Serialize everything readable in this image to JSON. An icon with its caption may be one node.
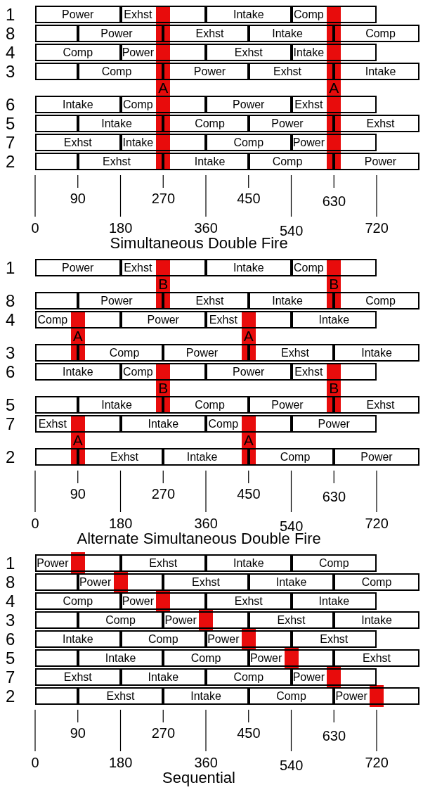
{
  "diagram": {
    "nodes": [
      {
        "text": [
          "Power"
        ]
      },
      {
        "text": [
          "Exhst"
        ]
      },
      {
        "text": [
          "Intake"
        ]
      },
      {
        "text": [
          "Comp"
        ]
      },
      {
        "text": [],
        "shape": "box"
      },
      {
        "text": [
          "Power"
        ]
      },
      {
        "text": [
          "Exhst"
        ]
      },
      {
        "text": [
          "Intake"
        ]
      },
      {
        "text": [
          "Comp"
        ]
      },
      {
        "text": [
          "Comp"
        ]
      },
      {
        "text": [
          "Power"
        ]
      },
      {
        "text": [
          "Exhst"
        ]
      },
      {
        "text": [
          "Intake"
        ]
      },
      {
        "text": [],
        "shape": "box"
      },
      {
        "text": [
          "Comp"
        ]
      },
      {
        "text": [
          "Power"
        ]
      },
      {
        "text": [
          "Exhst"
        ]
      },
      {
        "text": [
          "Intake"
        ]
      },
      {
        "text": [
          "Intake"
        ]
      },
      {
        "text": [
          "Comp"
        ]
      },
      {
        "text": [
          "Power"
        ]
      },
      {
        "text": [
          "Exhst"
        ]
      },
      {
        "text": [],
        "shape": "box"
      },
      {
        "text": [
          "Intake"
        ]
      },
      {
        "text": [
          "Comp"
        ]
      },
      {
        "text": [
          "Power"
        ]
      },
      {
        "text": [
          "Exhst"
        ]
      },
      {
        "text": [
          "Exhst"
        ]
      },
      {
        "text": [
          "Intake"
        ]
      },
      {
        "text": [
          "Comp"
        ]
      },
      {
        "text": [
          "Power"
        ]
      },
      {
        "text": [],
        "shape": "box"
      },
      {
        "text": [
          "Exhst"
        ]
      },
      {
        "text": [
          "Intake"
        ]
      },
      {
        "text": [
          "Comp"
        ]
      },
      {
        "text": [
          "Power"
        ]
      },
      {
        "text": [
          "A"
        ]
      },
      {
        "text": [
          "A"
        ]
      },
      {
        "text": [
          "Power"
        ]
      },
      {
        "text": [
          "Exhst"
        ]
      },
      {
        "text": [
          "Intake"
        ]
      },
      {
        "text": [
          "Comp"
        ]
      },
      {
        "text": [],
        "shape": "box"
      },
      {
        "text": [
          "Power"
        ]
      },
      {
        "text": [
          "Exhst"
        ]
      },
      {
        "text": [
          "Intake"
        ]
      },
      {
        "text": [
          "Comp"
        ]
      },
      {
        "text": [
          "Comp"
        ]
      },
      {
        "text": [
          "Power"
        ]
      },
      {
        "text": [
          "Exhst"
        ]
      },
      {
        "text": [
          "Intake"
        ]
      },
      {
        "text": [],
        "shape": "box"
      },
      {
        "text": [
          "Comp"
        ]
      },
      {
        "text": [
          "Power"
        ]
      },
      {
        "text": [
          "Exhst"
        ]
      },
      {
        "text": [
          "Intake"
        ]
      },
      {
        "text": [
          "Intake"
        ]
      },
      {
        "text": [
          "Comp"
        ]
      },
      {
        "text": [
          "Power"
        ]
      },
      {
        "text": [
          "Exhst"
        ]
      },
      {
        "text": [],
        "shape": "box"
      },
      {
        "text": [
          "Intake"
        ]
      },
      {
        "text": [
          "Comp"
        ]
      },
      {
        "text": [
          "Power"
        ]
      },
      {
        "text": [
          "Exhst"
        ]
      },
      {
        "text": [
          "Exhst"
        ]
      },
      {
        "text": [
          "Intake"
        ]
      },
      {
        "text": [
          "Comp"
        ]
      },
      {
        "text": [
          "Power"
        ]
      },
      {
        "text": [],
        "shape": "box"
      },
      {
        "text": [
          "Exhst"
        ]
      },
      {
        "text": [
          "Intake"
        ]
      },
      {
        "text": [
          "Comp"
        ]
      },
      {
        "text": [
          "Power"
        ]
      },
      {
        "text": [
          "B"
        ]
      },
      {
        "text": [
          "B"
        ]
      },
      {
        "text": [
          "A"
        ]
      },
      {
        "text": [
          "A"
        ]
      },
      {
        "text": [
          "B"
        ]
      },
      {
        "text": [
          "B"
        ]
      },
      {
        "text": [
          "A"
        ]
      },
      {
        "text": [
          "A"
        ]
      },
      {
        "text": [
          "Power"
        ]
      },
      {
        "text": [
          "Exhst"
        ]
      },
      {
        "text": [
          "Intake"
        ]
      },
      {
        "text": [
          "Comp"
        ]
      },
      {
        "text": [],
        "shape": "box"
      },
      {
        "text": [
          "Power"
        ]
      },
      {
        "text": [
          "Exhst"
        ]
      },
      {
        "text": [
          "Intake"
        ]
      },
      {
        "text": [
          "Comp"
        ]
      },
      {
        "text": [
          "Comp"
        ]
      },
      {
        "text": [
          "Power"
        ]
      },
      {
        "text": [
          "Exhst"
        ]
      },
      {
        "text": [
          "Intake"
        ]
      },
      {
        "text": [],
        "shape": "box"
      },
      {
        "text": [
          "Comp"
        ]
      },
      {
        "text": [
          "Power"
        ]
      },
      {
        "text": [
          "Exhst"
        ]
      },
      {
        "text": [
          "Intake"
        ]
      },
      {
        "text": [
          "Intake"
        ]
      },
      {
        "text": [
          "Comp"
        ]
      },
      {
        "text": [
          "Power"
        ]
      },
      {
        "text": [
          "Exhst"
        ]
      },
      {
        "text": [],
        "shape": "box"
      },
      {
        "text": [
          "Intake"
        ]
      },
      {
        "text": [
          "Comp"
        ]
      },
      {
        "text": [
          "Power"
        ]
      },
      {
        "text": [
          "Exhst"
        ]
      },
      {
        "text": [
          "Exhst"
        ]
      },
      {
        "text": [
          "Intake"
        ]
      },
      {
        "text": [
          "Comp"
        ]
      },
      {
        "text": [
          "Power"
        ]
      },
      {
        "text": [],
        "shape": "box"
      },
      {
        "text": [
          "Exhst"
        ]
      },
      {
        "text": [
          "Intake"
        ]
      },
      {
        "text": [
          "Comp"
        ]
      },
      {
        "text": [
          "Power"
        ]
      },
      {
        "text": [],
        "shape": "bar"
      },
      {
        "text": [],
        "shape": "bar"
      },
      {
        "text": [],
        "shape": "bar"
      },
      {
        "text": [],
        "shape": "bar"
      },
      {
        "text": [],
        "shape": "bar"
      },
      {
        "text": [],
        "shape": "bar"
      },
      {
        "text": [],
        "shape": "bar"
      },
      {
        "text": [],
        "shape": "bar"
      }
    ],
    "labels": [
      "1",
      "8",
      "4",
      "3",
      "6",
      "5",
      "7",
      "2",
      "90",
      "270",
      "450",
      "630",
      "0",
      "180",
      "360",
      "540",
      "720",
      "Simultaneous Double Fire",
      "1",
      "8",
      "4",
      "3",
      "6",
      "5",
      "7",
      "2",
      "90",
      "270",
      "450",
      "630",
      "0",
      "180",
      "360",
      "540",
      "720",
      "Alternate Simultaneous Double Fire",
      "1",
      "8",
      "4",
      "3",
      "6",
      "5",
      "7",
      "2",
      "90",
      "270",
      "450",
      "630",
      "0",
      "180",
      "360",
      "540",
      "720",
      "Sequential"
    ]
  }
}
